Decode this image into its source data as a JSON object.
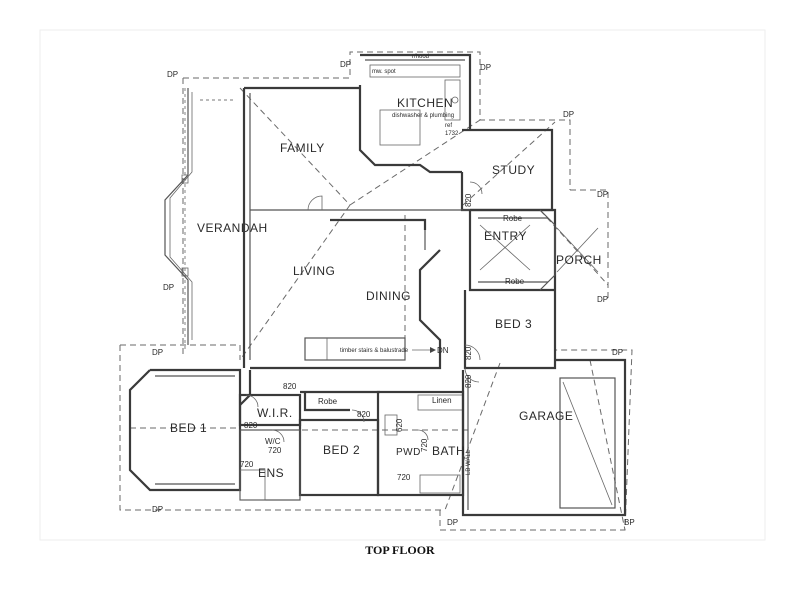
{
  "title": "TOP FLOOR",
  "rooms": {
    "family": "FAMILY",
    "kitchen": "KITCHEN",
    "study": "STUDY",
    "verandah": "VERANDAH",
    "living": "LIVING",
    "dining": "DINING",
    "entry": "ENTRY",
    "porch": "PORCH",
    "bed3": "BED 3",
    "bed1": "BED 1",
    "wir": "W.I.R.",
    "bed2": "BED 2",
    "garage": "GARAGE",
    "bath": "BATH",
    "pwd": "PWD",
    "ens": "ENS",
    "wc": "W/C",
    "linen": "Linen",
    "robe_bed2": "Robe",
    "robe_entry": "Robe",
    "robe_porch": "Robe"
  },
  "notes": {
    "stairs": "timber stairs & balustrade",
    "dn": "DN",
    "lb_wall": "LB WALL",
    "kitchen_note": "dishwasher & plumbing",
    "rh_hood": "r/hood",
    "mw_spot": "mw. spot",
    "ref": "ref",
    "ref_dim": "1732"
  },
  "dims": {
    "d820_study": "820",
    "d820_bed3": "820",
    "d820_bed3b": "820",
    "d820_wir": "820",
    "d820_bed1": "820",
    "d820_bed2": "820",
    "d620": "620",
    "d720_ens": "720",
    "d720_wc": "720",
    "d720_bath": "720",
    "d720_pwd": "720"
  },
  "markers": {
    "dp": "DP",
    "bp": "BP"
  }
}
